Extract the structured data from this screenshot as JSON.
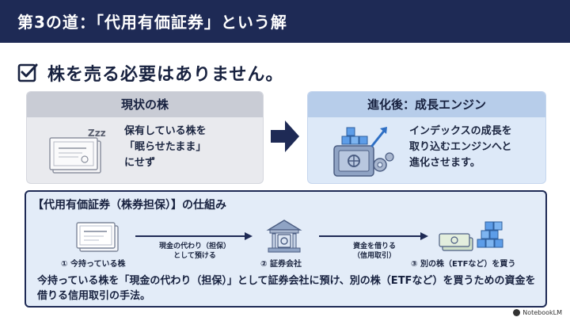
{
  "title": "第3の道：「代用有価証券」という解",
  "claim": "株を売る必要はありません。",
  "before": {
    "header": "現状の株",
    "lines": [
      "保有している株を",
      "「眠らせたまま」",
      "にせず"
    ],
    "zzz": "Zzz"
  },
  "after": {
    "header": "進化後：成長エンジン",
    "lines": [
      "インデックスの成長を",
      "取り込むエンジンへと",
      "進化させます。"
    ]
  },
  "mechanism": {
    "title": "【代用有価証券（株券担保）】の仕組み",
    "step1": "① 今持っている株",
    "arrow1": [
      "現金の代わり（担保）",
      "として預ける"
    ],
    "step2": "② 証券会社",
    "arrow2": [
      "資金を借りる",
      "（信用取引）"
    ],
    "step3": "③ 別の株（ETFなど）を買う",
    "description": "今持っている株を「現金の代わり（担保）」として証券会社に預け、別の株（ETFなど）を買うための資金を借りる信用取引の手法。"
  },
  "brand": "NotebookLM"
}
